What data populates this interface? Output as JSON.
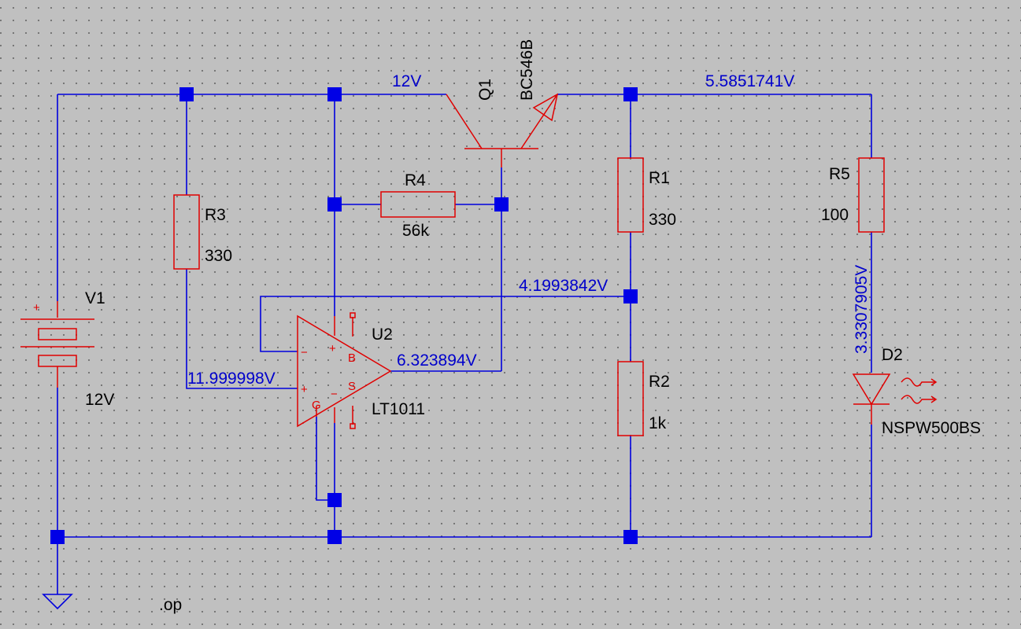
{
  "components": {
    "V1": {
      "name": "V1",
      "value": "12V"
    },
    "R1": {
      "name": "R1",
      "value": "330"
    },
    "R2": {
      "name": "R2",
      "value": "1k"
    },
    "R3": {
      "name": "R3",
      "value": "330"
    },
    "R4": {
      "name": "R4",
      "value": "56k"
    },
    "R5": {
      "name": "R5",
      "value": "100"
    },
    "Q1": {
      "name": "Q1",
      "model": "BC546B"
    },
    "U2": {
      "name": "U2",
      "model": "LT1011"
    },
    "D2": {
      "name": "D2",
      "model": "NSPW500BS"
    }
  },
  "node_voltages": {
    "supply": "12V",
    "emitter": "5.5851741V",
    "divider": "4.1993842V",
    "opamp_out": "6.323894V",
    "opamp_plus": "11.999998V",
    "led_anode": "3.3307905V"
  },
  "opamp_pins": {
    "minus_in": "−",
    "plus_in": "+",
    "plus_supply": "+",
    "minus_supply": "−",
    "balance": "B",
    "strobe": "S",
    "ground": "G"
  },
  "battery_polarity": "+",
  "directive": ".op",
  "colors": {
    "background": "#c0c0c0",
    "wire": "#0000dd",
    "component": "#e00000",
    "junction": "#0000e6",
    "label": "#000000",
    "voltage_label": "#0000cc"
  }
}
